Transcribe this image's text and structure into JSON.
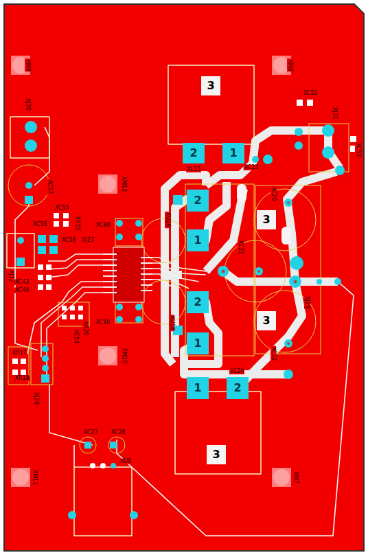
{
  "diagram": {
    "labels": [
      "XM9",
      "XM8",
      "XJ30",
      "XC57",
      "XM12",
      "XC55",
      "XC56",
      "XR15",
      "XC58",
      "XJ27",
      "XC43",
      "XC44",
      "XJ32",
      "XC80",
      "XC90",
      "XR20",
      "XC54",
      "XM10",
      "XR17",
      "XR18",
      "XJ28",
      "XM11",
      "XC27",
      "XC28",
      "XU9",
      "XM7",
      "XC52",
      "XJ31",
      "XC53",
      "XJ29",
      "XL15",
      "XL20",
      "XC23",
      "XU16",
      "XU18",
      "XC20",
      "XC21",
      "XC22",
      "3",
      "2",
      "1",
      "2",
      "1",
      "2",
      "1",
      "1",
      "2",
      "3",
      "3",
      "3"
    ]
  }
}
